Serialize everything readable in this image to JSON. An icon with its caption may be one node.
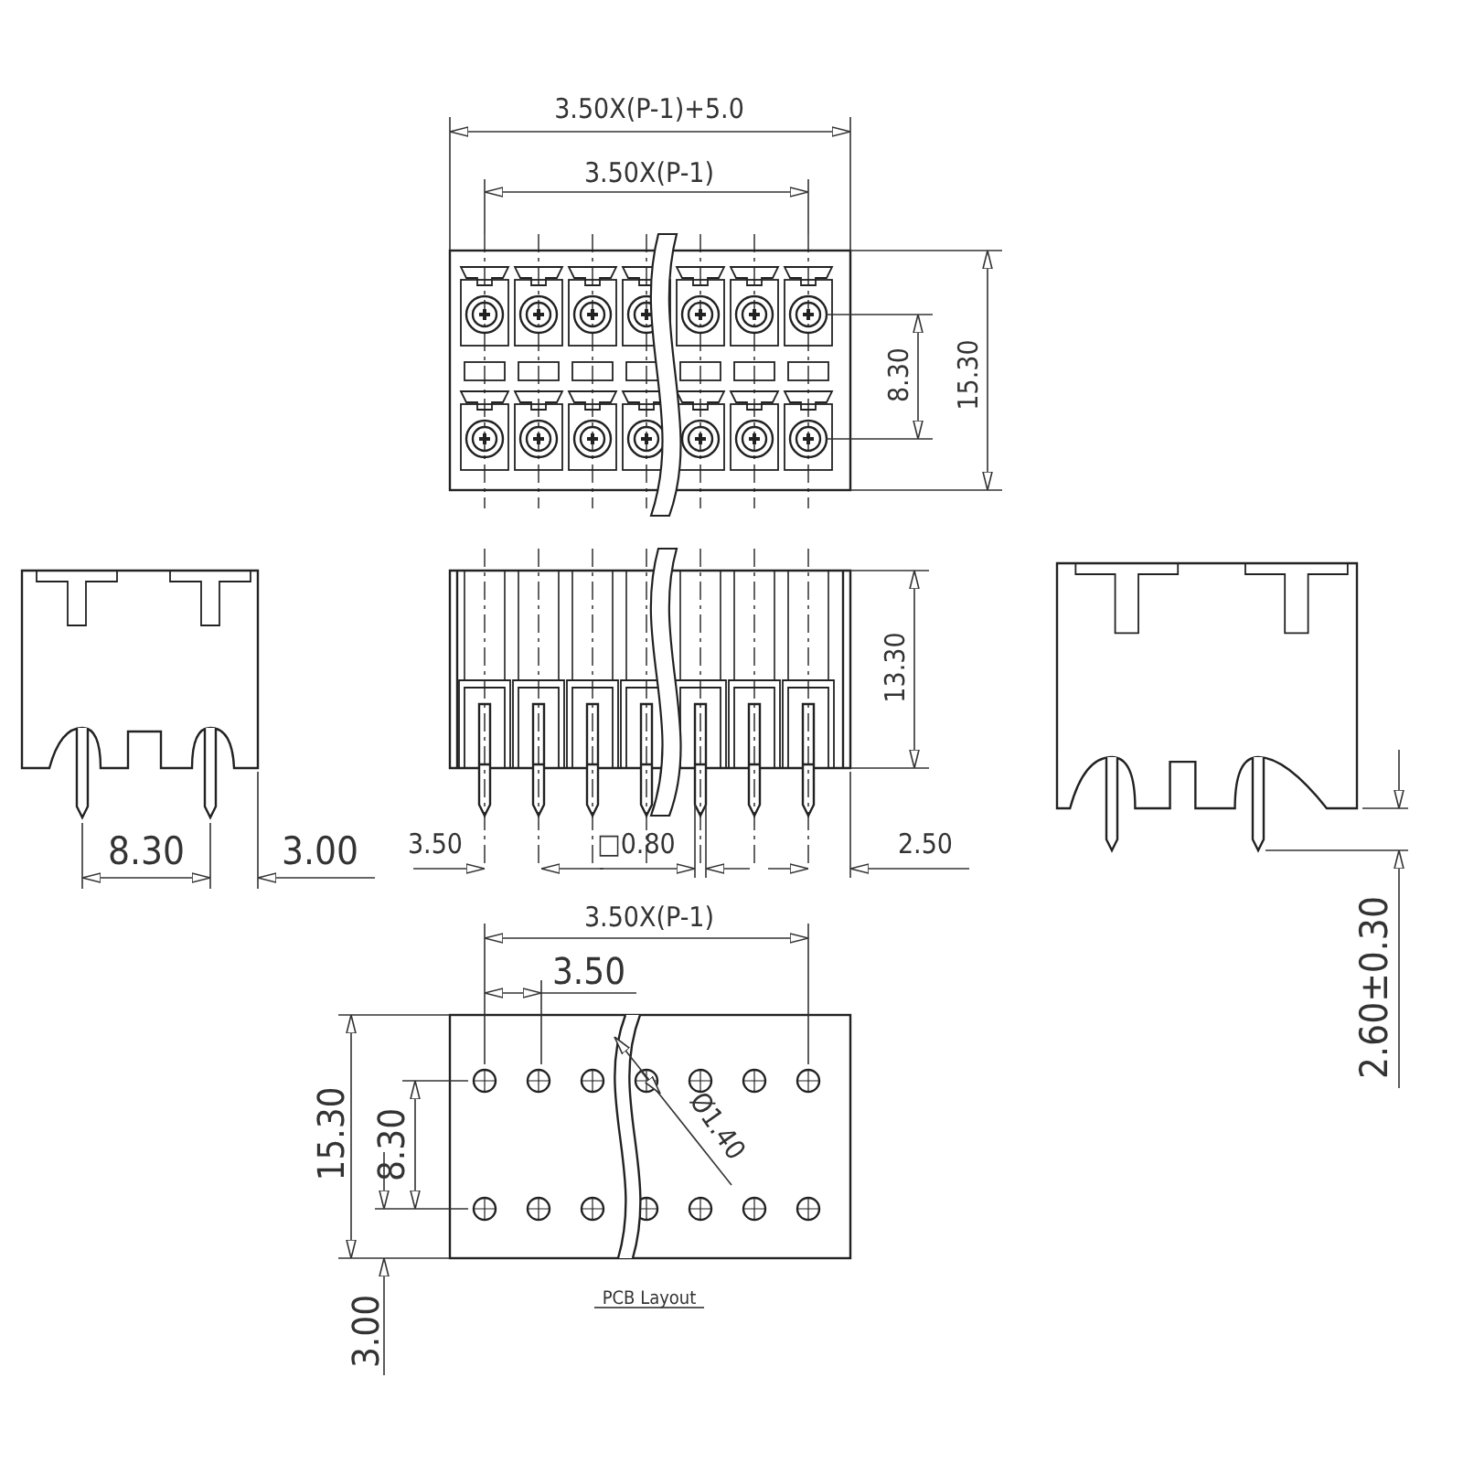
{
  "diagram": {
    "labels": [
      "3.50X(P-1)+5.0",
      "3.50X(P-1)",
      "8.30",
      "15.30",
      "13.30",
      "8.30",
      "3.00",
      "3.50",
      "□0.80",
      "2.50",
      "2.60±0.30",
      "3.50X(P-1)",
      "3.50",
      "15.30",
      "8.30",
      "Ø1.40",
      "3.00",
      "PCB Layout"
    ]
  }
}
